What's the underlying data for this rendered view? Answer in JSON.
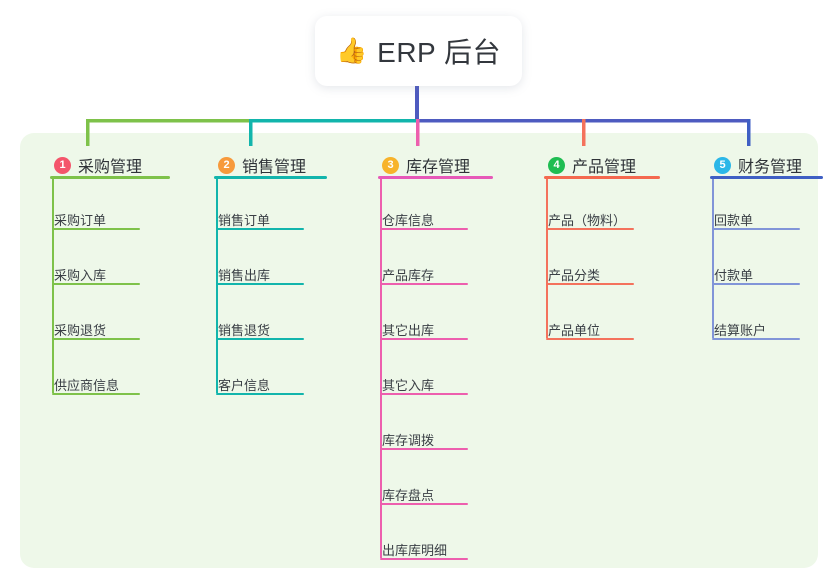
{
  "root": {
    "icon": "thumbs-up-icon",
    "icon_glyph": "👍",
    "title": "ERP 后台"
  },
  "panel": {
    "background": "#eef8e9"
  },
  "branches": [
    {
      "index": "1",
      "label": "采购管理",
      "badge_color": "#f4556b",
      "rule_color": "#7ec24a",
      "line_color": "#7ec24a",
      "children": [
        "采购订单",
        "采购入库",
        "采购退货",
        "供应商信息"
      ]
    },
    {
      "index": "2",
      "label": "销售管理",
      "badge_color": "#f79a3c",
      "rule_color": "#12b5ac",
      "line_color": "#12b5ac",
      "children": [
        "销售订单",
        "销售出库",
        "销售退货",
        "客户信息"
      ]
    },
    {
      "index": "3",
      "label": "库存管理",
      "badge_color": "#f7b32b",
      "rule_color": "#e659b8",
      "line_color": "#ed5fae",
      "children": [
        "仓库信息",
        "产品库存",
        "其它出库",
        "其它入库",
        "库存调拨",
        "库存盘点",
        "出库库明细"
      ]
    },
    {
      "index": "4",
      "label": "产品管理",
      "badge_color": "#1fbd52",
      "rule_color": "#f4694f",
      "line_color": "#f4725c",
      "children": [
        "产品（物料）",
        "产品分类",
        "产品单位"
      ]
    },
    {
      "index": "5",
      "label": "财务管理",
      "badge_color": "#2bb7e8",
      "rule_color": "#3f5fc4",
      "line_color": "#8195d8",
      "children": [
        "回款单",
        "付款单",
        "结算账户"
      ]
    }
  ],
  "connectors": {
    "stem_color": "#4e5bc0",
    "bar_segment_1_color": "#7ec24a",
    "bar_segment_2_color": "#12b5ac",
    "bar_segment_3_color": "#4e5bc0"
  }
}
